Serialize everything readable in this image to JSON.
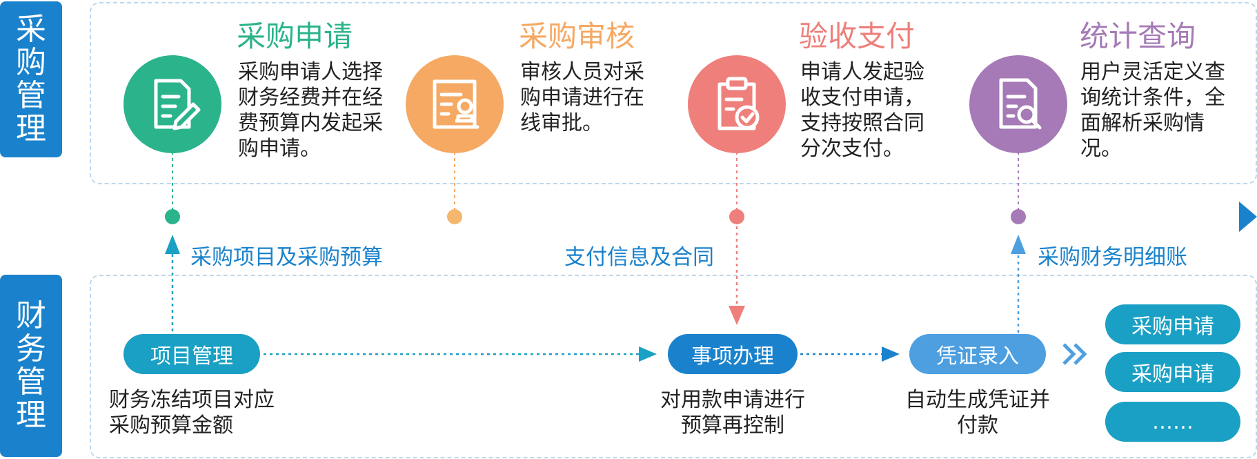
{
  "sections": {
    "procurement_label": "采购管理",
    "finance_label": "财务管理"
  },
  "steps": [
    {
      "title": "采购申请",
      "desc": "采购申请人选择财务经费并在经费预算内发起采购申请。",
      "color": "#2bb38c",
      "icon": "document-edit-icon"
    },
    {
      "title": "采购审核",
      "desc": "审核人员对采购申请进行在线审批。",
      "color": "#f5a963",
      "icon": "document-stamp-icon"
    },
    {
      "title": "验收支付",
      "desc": "申请人发起验收支付申请，支持按照合同分次支付。",
      "color": "#ee7f7b",
      "icon": "clipboard-check-icon"
    },
    {
      "title": "统计查询",
      "desc": "用户灵活定义查询统计条件，全面解析采购情况。",
      "color": "#a57ab6",
      "icon": "document-search-icon"
    }
  ],
  "flow_labels": {
    "project_budget": "采购项目及采购预算",
    "payment_contract": "支付信息及合同",
    "finance_ledger": "采购财务明细账"
  },
  "finance_nodes": [
    {
      "label": "项目管理",
      "note": "财务冻结项目对应采购预算金额",
      "color": "#1aa0c4"
    },
    {
      "label": "事项办理",
      "note": "对用款申请进行预算再控制",
      "color": "#1a82cc"
    },
    {
      "label": "凭证录入",
      "note": "自动生成凭证并付款",
      "color": "#4d9fe0"
    }
  ],
  "result_items": [
    "采购申请",
    "采购申请",
    "……"
  ],
  "colors": {
    "accent_blue": "#1a82cc",
    "teal": "#1aa0c4"
  }
}
